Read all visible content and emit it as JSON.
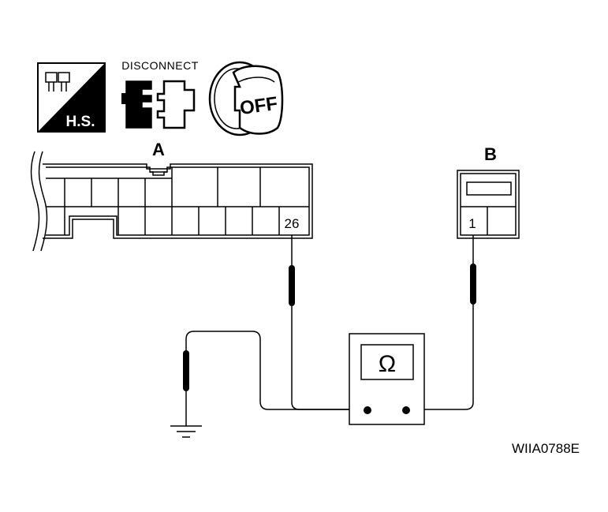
{
  "icons": {
    "hs_label": "H.S.",
    "disconnect_label": "DISCONNECT",
    "ignition_label": "OFF"
  },
  "connector_a": {
    "label": "A",
    "terminal": "26"
  },
  "connector_b": {
    "label": "B",
    "terminal": "1"
  },
  "meter": {
    "symbol": "Ω"
  },
  "figure_code": "WIIA0788E"
}
